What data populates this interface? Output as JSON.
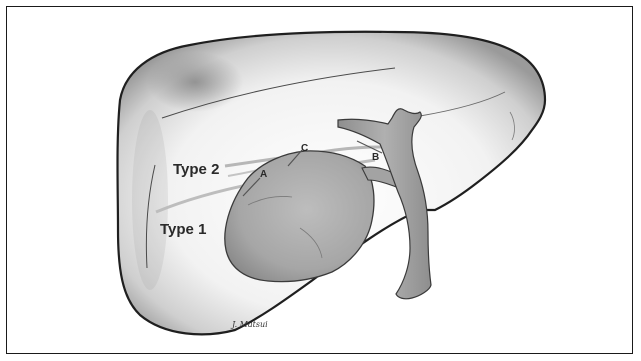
{
  "labels": {
    "type2": "Type 2",
    "type1": "Type 1",
    "point_a": "A",
    "point_b": "B",
    "point_c": "C"
  },
  "signature": "J. Matsui",
  "colors": {
    "liver_fill": "#f7f7f7",
    "liver_shadow": "#8c8c8c",
    "outline": "#1f1f1f",
    "gallbladder": "#a7a7a7",
    "bile_duct": "#9a9a9a",
    "vessel_line": "#b9b9b9",
    "label_text": "#2a2a2a"
  }
}
